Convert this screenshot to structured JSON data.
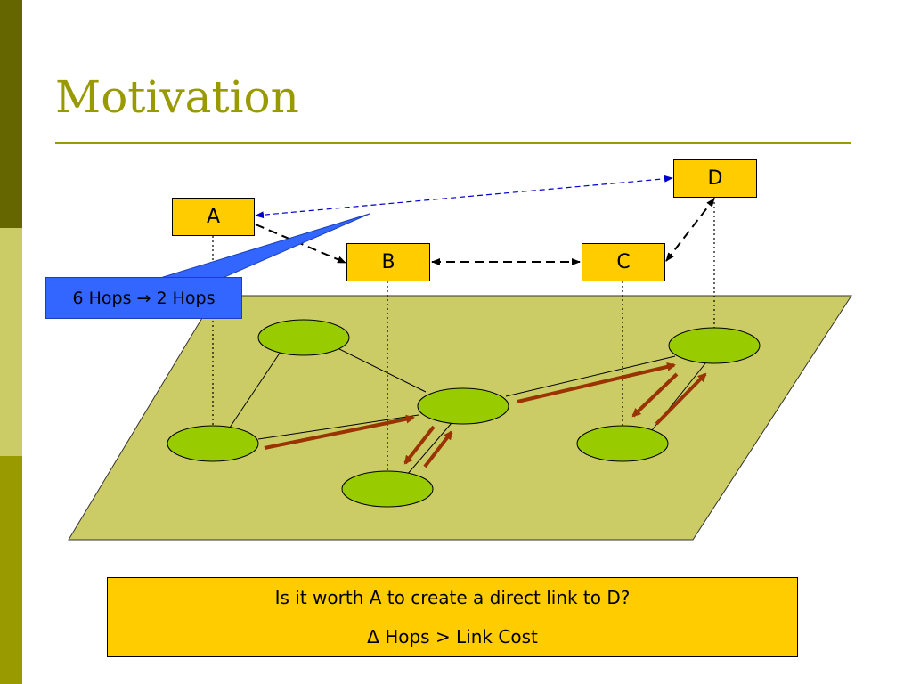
{
  "slide": {
    "title": "Motivation",
    "colors": {
      "accent": "#999900",
      "sidebar_dark": "#666600",
      "sidebar_light": "#cccc66",
      "plane": "#cccc66",
      "node_fill": "#99cc00",
      "box_fill": "#ffcc00",
      "callout_fill": "#3366ff",
      "route_arrow": "#993300",
      "new_link": "#0000cc"
    }
  },
  "overlay_nodes": {
    "a": "A",
    "b": "B",
    "c": "C",
    "d": "D"
  },
  "callout": {
    "text": "6 Hops → 2 Hops"
  },
  "question": {
    "line1": "Is it worth A to create a direct link to D?",
    "line2": "Δ Hops > Link Cost"
  }
}
